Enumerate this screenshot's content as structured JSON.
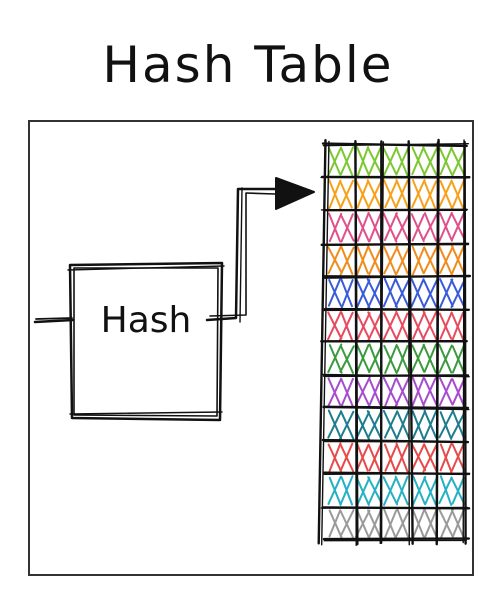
{
  "title": "Hash Table",
  "hash_box": {
    "label": "Hash"
  },
  "table": {
    "columns": 5,
    "row_colors": [
      "#7cc832",
      "#f7a11a",
      "#e0508a",
      "#f08c1e",
      "#3a5bd9",
      "#e84a5f",
      "#3a9a3e",
      "#a64ccf",
      "#1e7d8c",
      "#e84a4a",
      "#26b0c4",
      "#9a9a9a"
    ]
  },
  "colors": {
    "ink": "#111111",
    "frame": "#333333",
    "background": "#ffffff"
  }
}
